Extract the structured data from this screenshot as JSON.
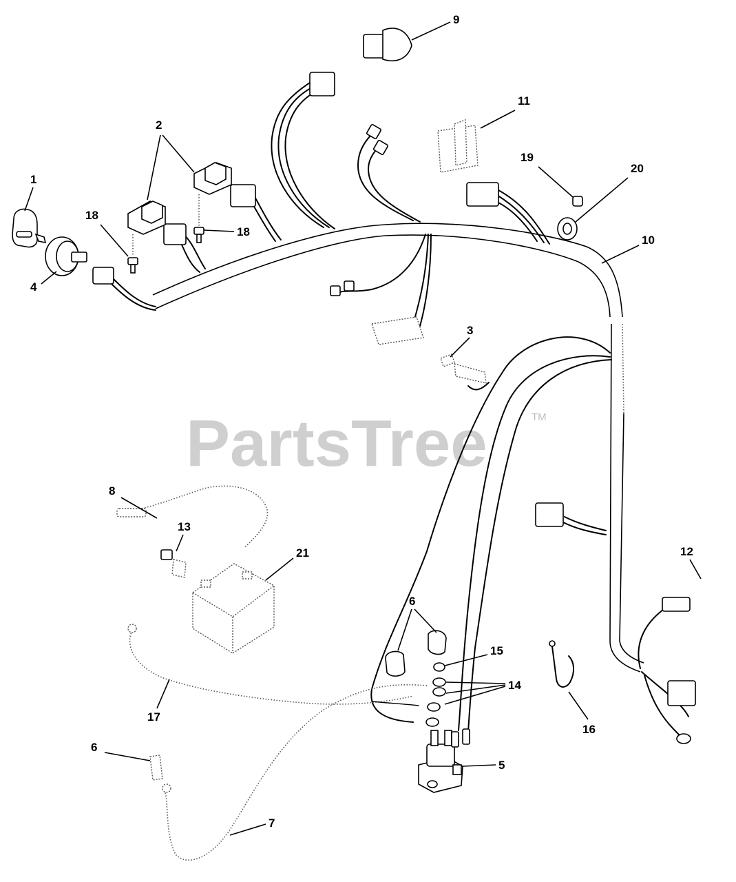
{
  "watermark": {
    "text": "PartsTree",
    "trademark": "TM"
  },
  "callouts": {
    "c1": "1",
    "c2": "2",
    "c3": "3",
    "c4": "4",
    "c5": "5",
    "c6a": "6",
    "c6b": "6",
    "c7": "7",
    "c8": "8",
    "c9": "9",
    "c10": "10",
    "c11": "11",
    "c12": "12",
    "c13": "13",
    "c14": "14",
    "c15": "15",
    "c16": "16",
    "c17": "17",
    "c18a": "18",
    "c18b": "18",
    "c19": "19",
    "c20": "20",
    "c21": "21"
  }
}
